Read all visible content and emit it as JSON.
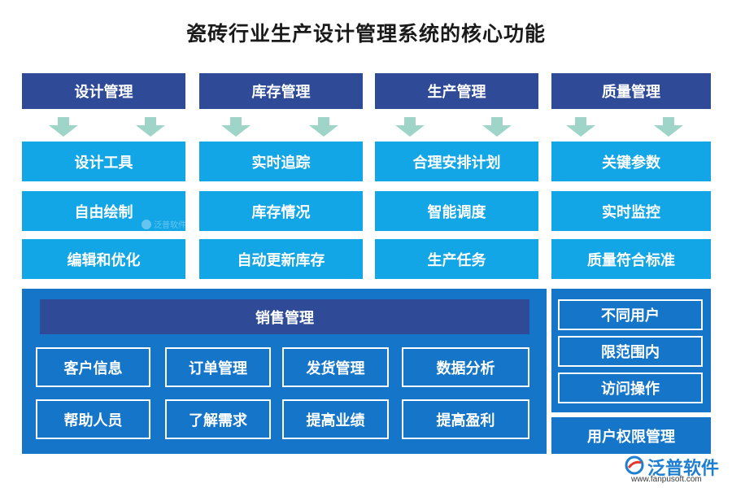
{
  "title": "瓷砖行业生产设计管理系统的核心功能",
  "columns": [
    {
      "head": "设计管理",
      "items": [
        "设计工具",
        "自由绘制",
        "编辑和优化"
      ]
    },
    {
      "head": "库存管理",
      "items": [
        "实时追踪",
        "库存情况",
        "自动更新库存"
      ]
    },
    {
      "head": "生产管理",
      "items": [
        "合理安排计划",
        "智能调度",
        "生产任务"
      ]
    },
    {
      "head": "质量管理",
      "items": [
        "关键参数",
        "实时监控",
        "质量符合标准"
      ]
    }
  ],
  "sales": {
    "head": "销售管理",
    "row1": [
      "客户信息",
      "订单管理",
      "发货管理",
      "数据分析"
    ],
    "row2": [
      "帮助人员",
      "了解需求",
      "提高业绩",
      "提高盈利"
    ]
  },
  "permissions": {
    "items": [
      "不同用户",
      "限范围内",
      "访问操作"
    ],
    "title": "用户权限管理"
  },
  "logo": {
    "name": "泛普软件",
    "url": "www.fanpusoft.com",
    "watermark": "泛普软件"
  },
  "colors": {
    "header": "#2f4b98",
    "cell": "#12a6e6",
    "panel": "#1575c8",
    "arrow": "#9ed5c8"
  }
}
